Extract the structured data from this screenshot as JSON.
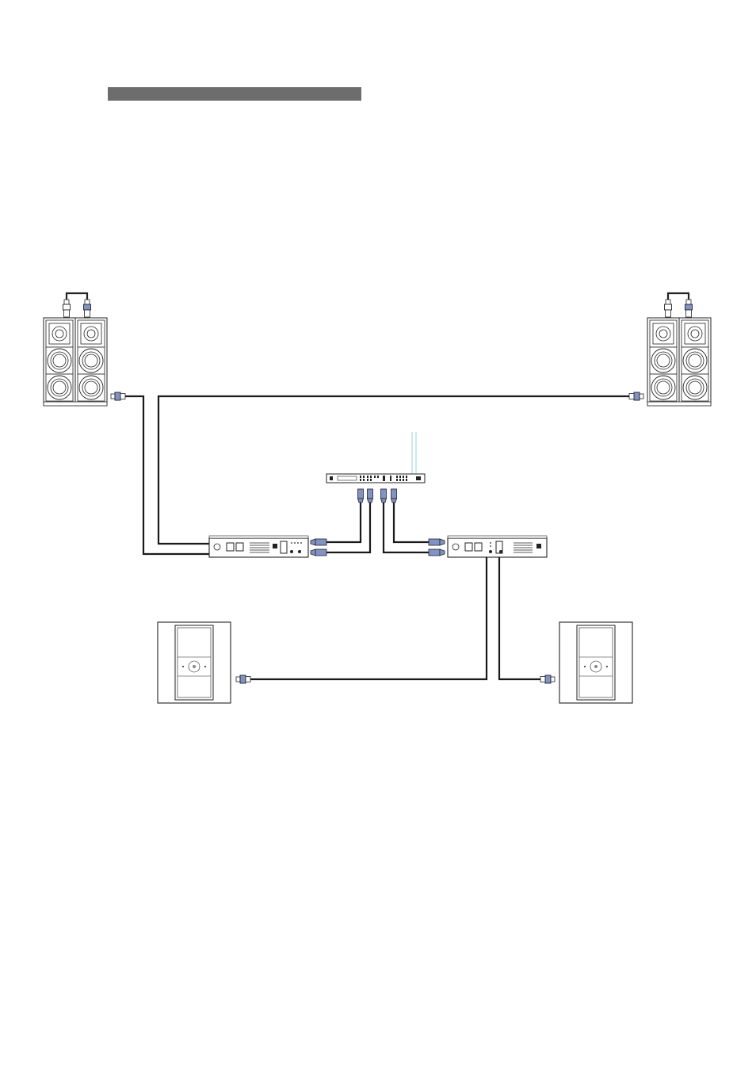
{
  "title_bar": {
    "text": "",
    "color": "#6d6d6d"
  },
  "colors": {
    "line": "#1a1a1a",
    "connector_blue": "#7f93c6",
    "accent_cyan": "#8fd6ea"
  },
  "nodes": [
    {
      "id": "speaker-top-left",
      "kind": "line-array-pair"
    },
    {
      "id": "speaker-top-right",
      "kind": "line-array-pair"
    },
    {
      "id": "processor",
      "kind": "rack-processor"
    },
    {
      "id": "amp-left",
      "kind": "power-amplifier"
    },
    {
      "id": "amp-right",
      "kind": "power-amplifier"
    },
    {
      "id": "sub-left",
      "kind": "subwoofer"
    },
    {
      "id": "sub-right",
      "kind": "subwoofer"
    }
  ],
  "edges": [
    {
      "from": "amp-left",
      "to": "speaker-top-left"
    },
    {
      "from": "amp-left",
      "to": "speaker-top-right"
    },
    {
      "from": "processor",
      "to": "amp-left"
    },
    {
      "from": "processor",
      "to": "amp-right"
    },
    {
      "from": "amp-right",
      "to": "sub-left"
    },
    {
      "from": "amp-right",
      "to": "sub-right"
    }
  ]
}
